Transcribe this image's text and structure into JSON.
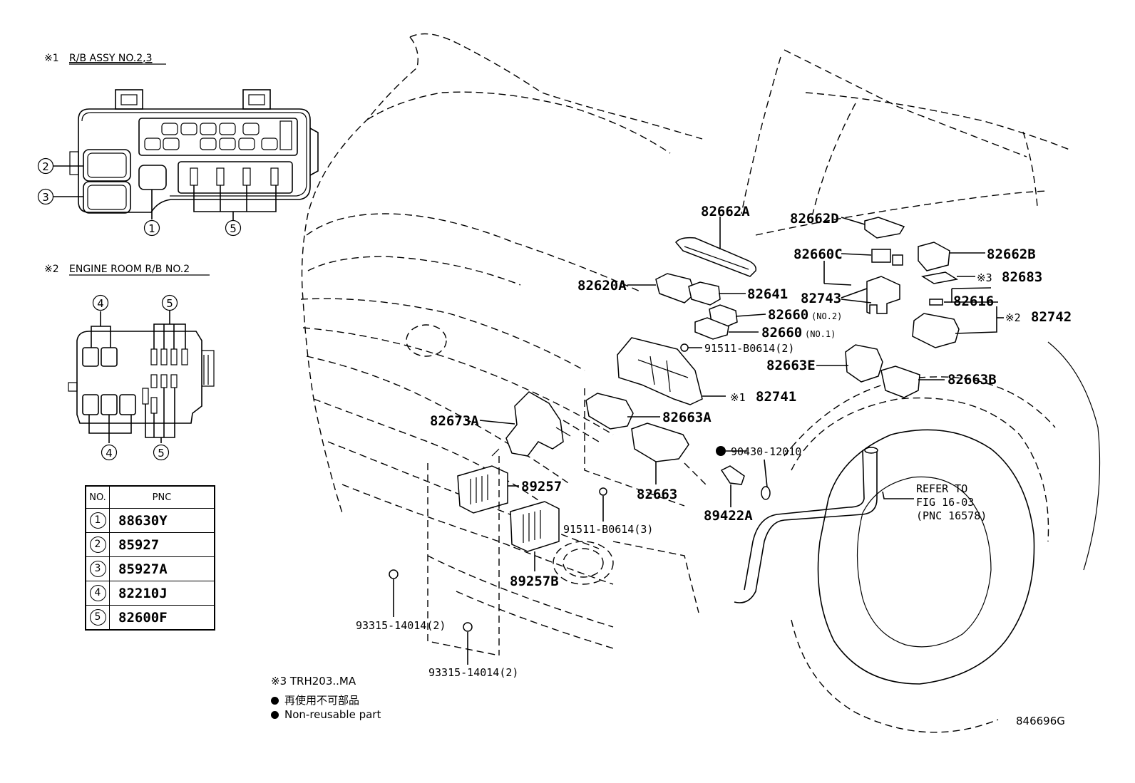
{
  "insets": {
    "rb_assy": {
      "mark": "※1",
      "title": "R/B ASSY NO.2,3"
    },
    "engine_room": {
      "mark": "※2",
      "title": "ENGINE ROOM R/B NO.2"
    }
  },
  "callouts": {
    "c1": "1",
    "c2": "2",
    "c3": "3",
    "c4": "4",
    "c5": "5"
  },
  "table": {
    "headers": [
      "NO.",
      "PNC"
    ],
    "rows": [
      {
        "no": "1",
        "pnc": "88630Y"
      },
      {
        "no": "2",
        "pnc": "85927"
      },
      {
        "no": "3",
        "pnc": "85927A"
      },
      {
        "no": "4",
        "pnc": "82210J"
      },
      {
        "no": "5",
        "pnc": "82600F"
      }
    ]
  },
  "labels": {
    "p82662A": "82662A",
    "p82662D": "82662D",
    "p82660C": "82660C",
    "p82662B": "82662B",
    "p82683_mark": "※3",
    "p82683": "82683",
    "p82743": "82743",
    "p82616": "82616",
    "p82742_mark": "※2",
    "p82742": "82742",
    "p82620A": "82620A",
    "p82641": "82641",
    "p82660_no2": "82660",
    "p82660_no2_note": "(NO.2)",
    "p82660_no1": "82660",
    "p82660_no1_note": "(NO.1)",
    "p91511_top": "91511-B0614(2)",
    "p82663E": "82663E",
    "p82663B": "82663B",
    "p82741_mark": "※1",
    "p82741": "82741",
    "p82673A": "82673A",
    "p82663A": "82663A",
    "p90430": "90430-12010",
    "p89257": "89257",
    "p82663": "82663",
    "p89422A": "89422A",
    "p91511_bottom": "91511-B0614(3)",
    "p89257B": "89257B",
    "p93315_left": "93315-14014(2)",
    "p93315_bottom": "93315-14014(2)",
    "refer_line1": "REFER TO",
    "refer_line2": "FIG 16-03",
    "refer_line3": "(PNC 16578)"
  },
  "legend": {
    "note3": "※3 TRH203..MA",
    "jp": "再使用不可部品",
    "en": "Non-reusable part"
  },
  "figure_code": "846696G"
}
